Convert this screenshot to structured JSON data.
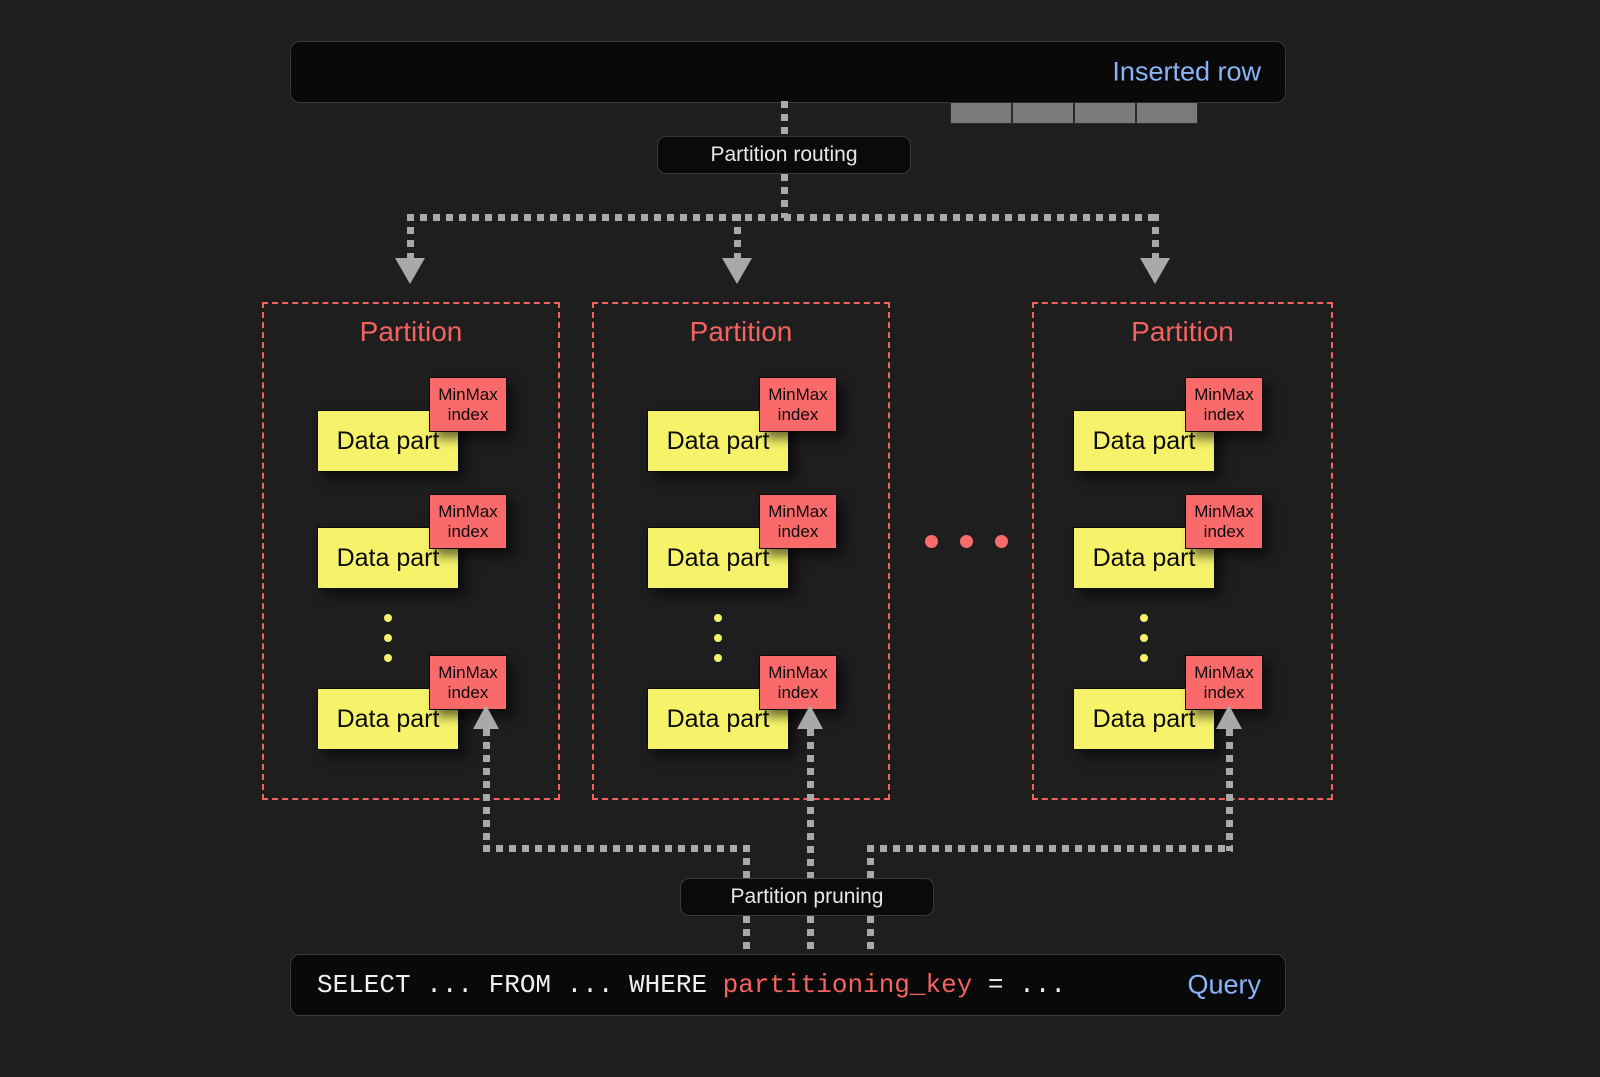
{
  "diagram": {
    "background_color": "#1e1e1e",
    "accent_blue": "#8ab4f8",
    "accent_red": "#f4635f",
    "data_part_color": "#f6f36a",
    "minmax_color": "#fa6a6a",
    "connector_color": "#a9a9a9"
  },
  "top_bar": {
    "label": "Inserted row",
    "cells": [
      "",
      "",
      "",
      ""
    ]
  },
  "routing": {
    "label": "Partition routing"
  },
  "pruning": {
    "label": "Partition pruning"
  },
  "partitions": [
    {
      "title": "Partition",
      "parts": [
        {
          "data_part_label": "Data part",
          "index_line1": "MinMax",
          "index_line2": "index"
        },
        {
          "data_part_label": "Data part",
          "index_line1": "MinMax",
          "index_line2": "index"
        },
        {
          "data_part_label": "Data part",
          "index_line1": "MinMax",
          "index_line2": "index"
        }
      ]
    },
    {
      "title": "Partition",
      "parts": [
        {
          "data_part_label": "Data part",
          "index_line1": "MinMax",
          "index_line2": "index"
        },
        {
          "data_part_label": "Data part",
          "index_line1": "MinMax",
          "index_line2": "index"
        },
        {
          "data_part_label": "Data part",
          "index_line1": "MinMax",
          "index_line2": "index"
        }
      ]
    },
    {
      "title": "Partition",
      "parts": [
        {
          "data_part_label": "Data part",
          "index_line1": "MinMax",
          "index_line2": "index"
        },
        {
          "data_part_label": "Data part",
          "index_line1": "MinMax",
          "index_line2": "index"
        },
        {
          "data_part_label": "Data part",
          "index_line1": "MinMax",
          "index_line2": "index"
        }
      ]
    }
  ],
  "bottom_bar": {
    "label": "Query",
    "query_prefix": "SELECT ... FROM ... WHERE ",
    "query_keyword": "partitioning_key",
    "query_suffix": " = ..."
  }
}
